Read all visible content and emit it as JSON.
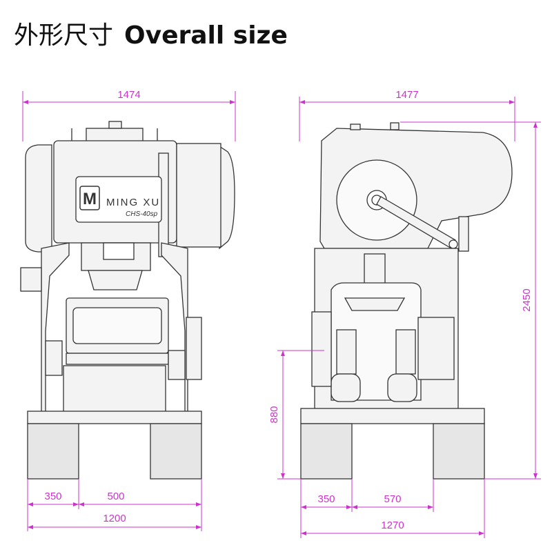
{
  "title": {
    "zh": "外形尺寸",
    "en": "Overall size"
  },
  "brand": {
    "name": "MING XU",
    "model": "CHS-40sp",
    "logo_letter": "M"
  },
  "colors": {
    "dimension": "#cc33cc",
    "outline": "#333333",
    "fill": "#f2f2f2",
    "base": "#e6e6e6"
  },
  "front_view": {
    "overall_width": "1474",
    "base_width": "1200",
    "foot_width": "350",
    "foot_gap": "500"
  },
  "side_view": {
    "overall_width": "1477",
    "base_width": "1270",
    "foot_width": "350",
    "foot_gap": "570",
    "overall_height": "2450",
    "table_height": "880"
  }
}
